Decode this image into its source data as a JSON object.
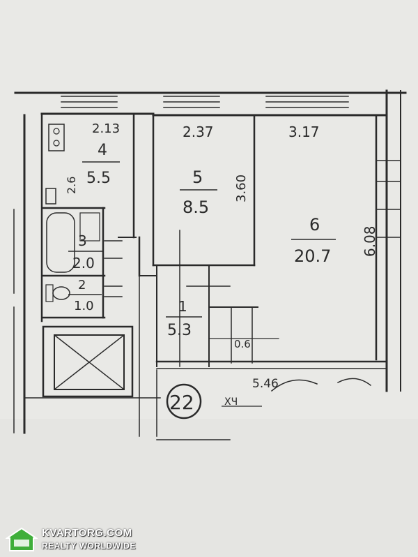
{
  "plan": {
    "rooms": [
      {
        "id": "4-kitchen",
        "number": "4",
        "area": "5.5",
        "width": "2.13",
        "depth": "2.6"
      },
      {
        "id": "5-room",
        "number": "5",
        "area": "8.5",
        "width": "2.37",
        "depth": "3.60"
      },
      {
        "id": "6-room",
        "number": "6",
        "area": "20.7",
        "width": "3.17",
        "depth": "6.08"
      },
      {
        "id": "3-bath",
        "number": "3",
        "area": "2.0"
      },
      {
        "id": "2-wc",
        "number": "2",
        "area": "1.0"
      },
      {
        "id": "1-hall",
        "number": "1",
        "area": "5.3"
      },
      {
        "id": "closet",
        "area": "0.6"
      }
    ],
    "building_width": "5.46",
    "stair_number": "22",
    "stair_label": "ХЧ"
  },
  "watermark": {
    "line1": "KVARTORG.COM",
    "line2": "REALTY WORLDWIDE"
  },
  "colors": {
    "paper": "#e9e9e6",
    "ink": "#2a2a2a",
    "logo_green": "#3fae3a"
  }
}
